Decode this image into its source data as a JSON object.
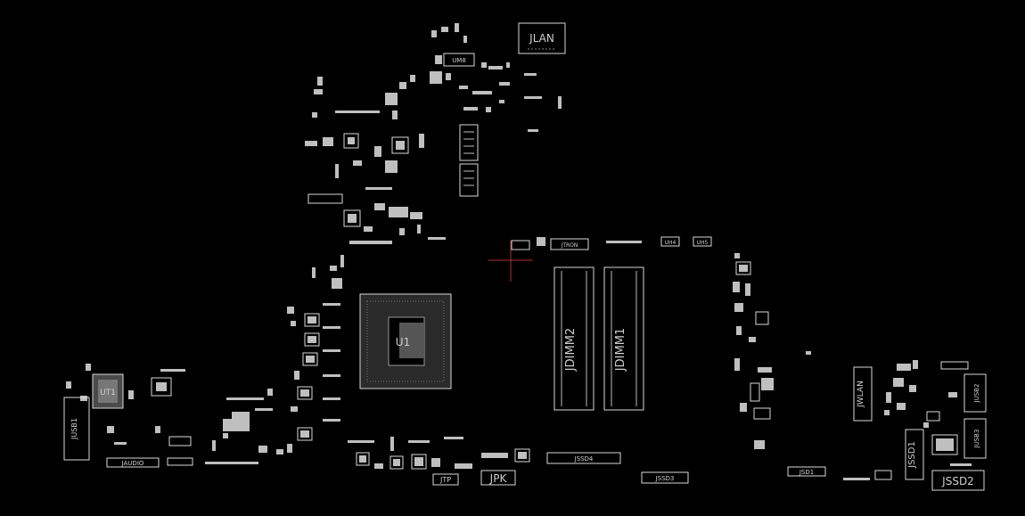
{
  "colors": {
    "background": "#000000",
    "silkscreen": "#d8d8d8",
    "cursor": "#b03030"
  },
  "labels": {
    "jlan": "JLAN",
    "um8": "UM8",
    "jtron": "JTRON",
    "uh4": "UH4",
    "uh5": "UH5",
    "jdimm2": "JDIMM2",
    "jdimm1": "JDIMM1",
    "u1": "U1",
    "ut1": "UT1",
    "jusb1": "JUSB1",
    "jaudio": "JAUDIO",
    "jtp": "JTP",
    "jpk": "JPK",
    "jssd4": "JSSD4",
    "jssd3": "JSSD3",
    "jsd1": "JSD1",
    "jwlan": "JWLAN",
    "jssd1": "JSSD1",
    "jssd2": "JSSD2",
    "jusb2": "JUSB2",
    "jusb3": "JUSB3"
  }
}
